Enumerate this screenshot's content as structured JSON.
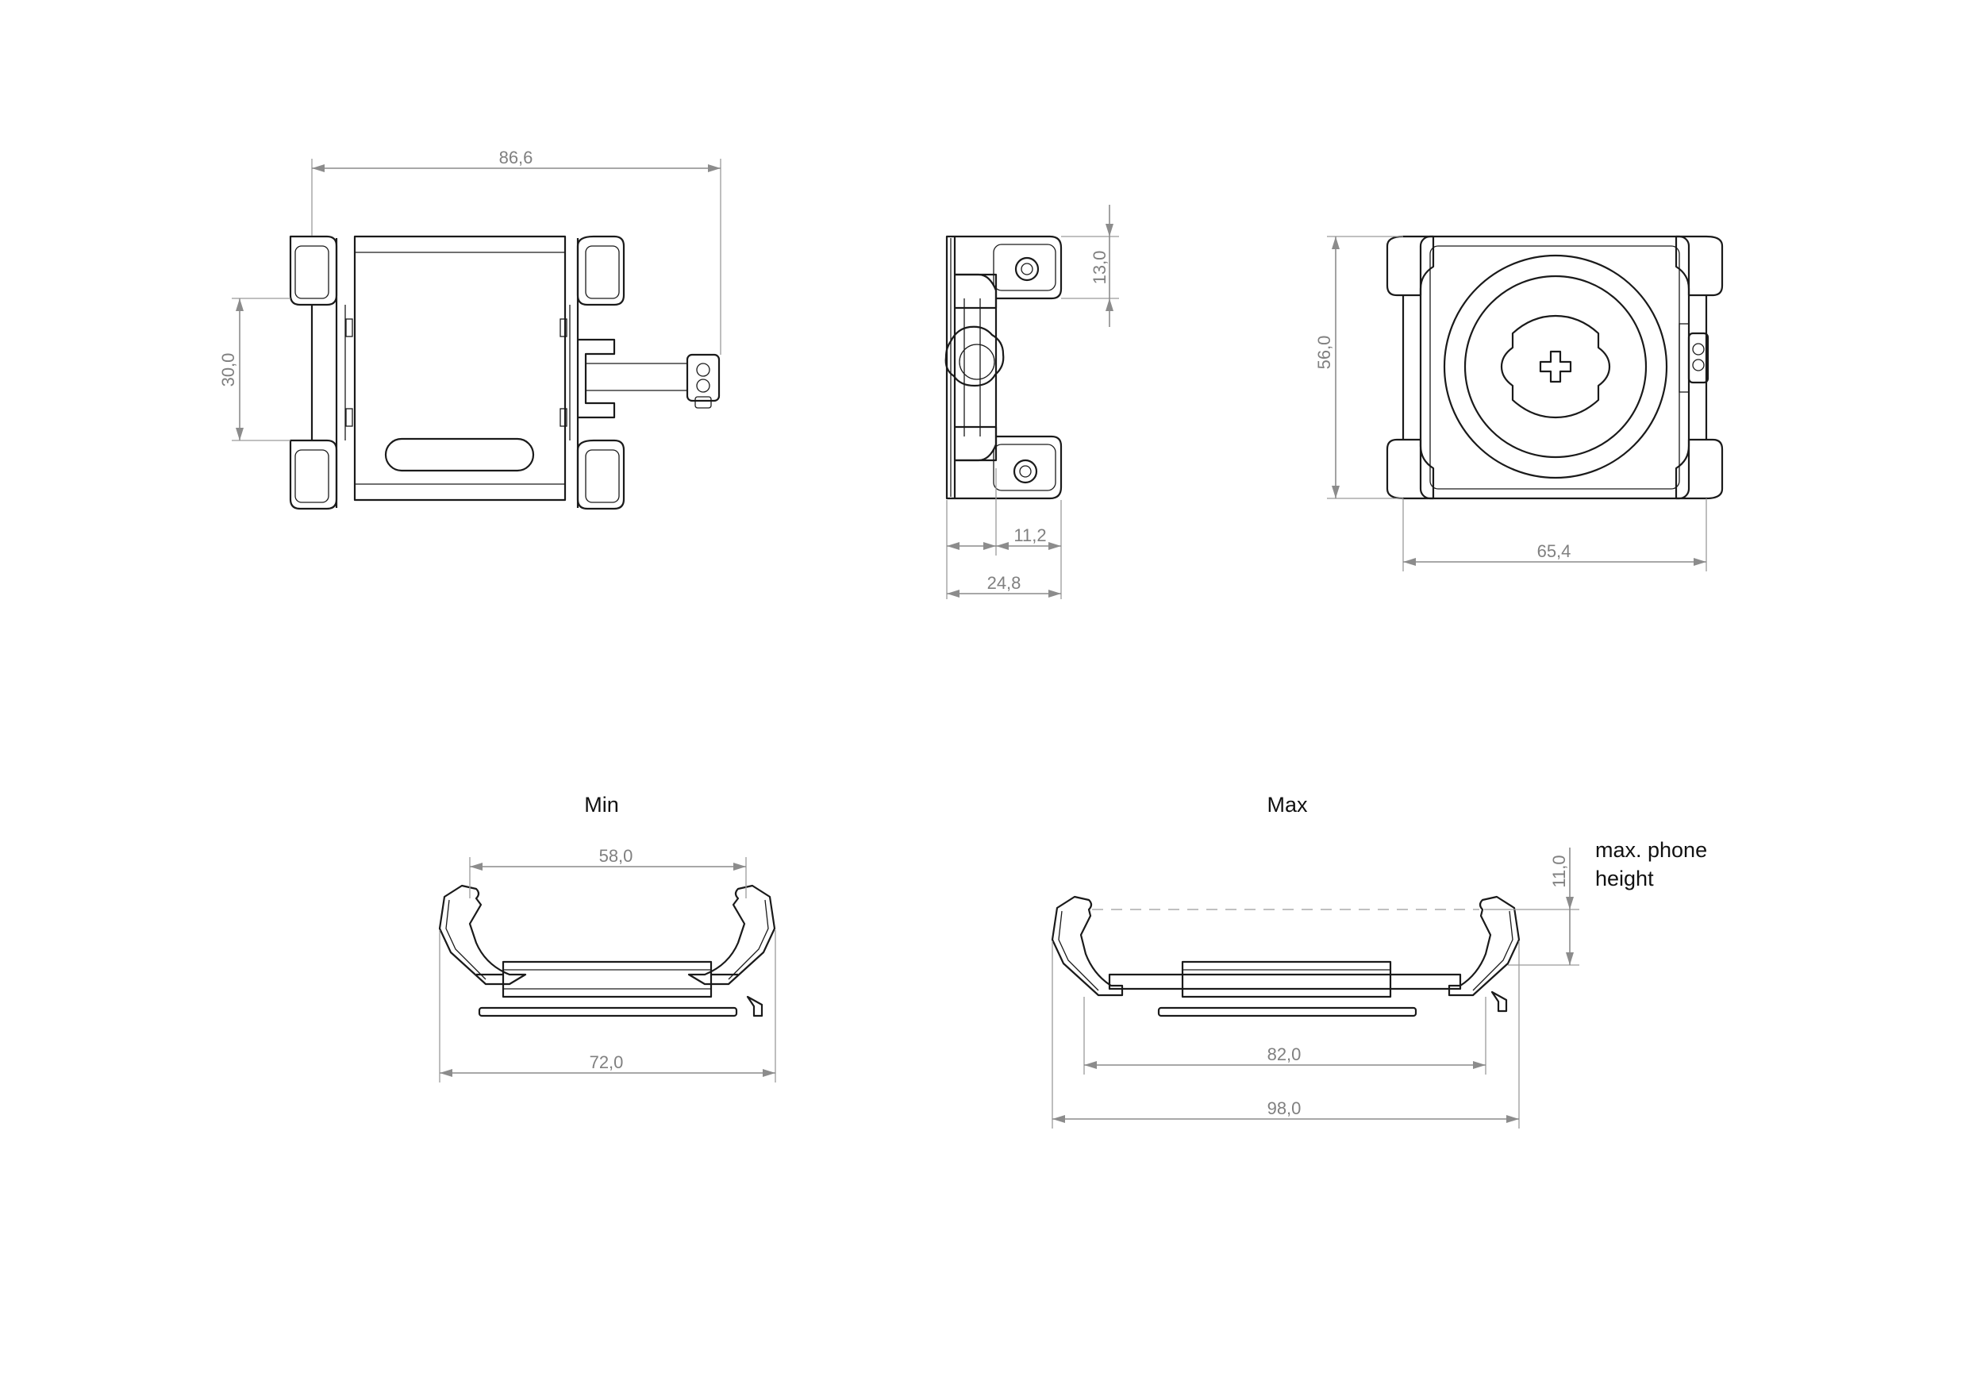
{
  "views": {
    "min": {
      "label": "Min"
    },
    "max": {
      "label": "Max"
    }
  },
  "dimensions": {
    "top_width": "86,6",
    "top_height": "30,0",
    "side_top": "13,0",
    "side_inner": "11,2",
    "side_total": "24,8",
    "back_height": "56,0",
    "back_width": "65,4",
    "min_inner": "58,0",
    "min_outer": "72,0",
    "max_height": "11,0",
    "max_inner": "82,0",
    "max_outer": "98,0"
  },
  "notes": {
    "phone_height_line1": "max. phone",
    "phone_height_line2": "height"
  },
  "colors": {
    "outline": "#1a1a1a",
    "dimension": "#8c8c8c"
  }
}
